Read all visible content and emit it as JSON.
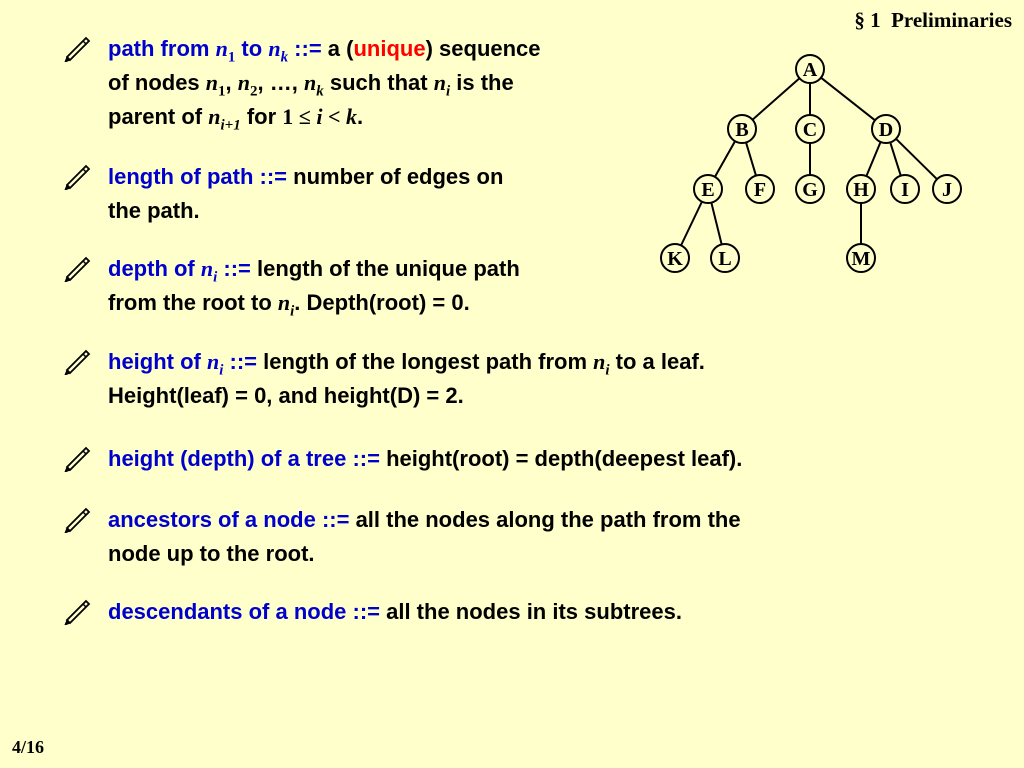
{
  "header": {
    "section_sign": "§",
    "section_num": "1",
    "title": "Preliminaries"
  },
  "page_number": "4/16",
  "colors": {
    "background": "#ffffcc",
    "term": "#0000cc",
    "highlight": "#ff0000",
    "text": "#000000"
  },
  "bullet_icon": "pencil-icon",
  "definitions": {
    "path": {
      "t1": "path from ",
      "n1": "n",
      "n1_sub": "1",
      "t2": " to ",
      "nk": "n",
      "nk_sub": "k",
      "assign": " ::= ",
      "t3": "a (",
      "unique": "unique",
      "t4": ") sequence",
      "t5": "of nodes ",
      "a": "n",
      "a_sub": "1",
      "c1": ", ",
      "b": "n",
      "b_sub": "2",
      "c2": ", …, ",
      "c": "n",
      "c_sub": "k",
      "t6": "  such that ",
      "d": "n",
      "d_sub": "i",
      "t7": " is the",
      "t8": "parent of ",
      "e": "n",
      "e_sub": "i+1",
      "t9": " for ",
      "cond1": "1 ≤ ",
      "cond_i": "i",
      "cond2": " < ",
      "cond_k": "k",
      "period": "."
    },
    "length": {
      "term": "length of path ::= ",
      "t1": "number of edges on",
      "t2": "the path."
    },
    "depth": {
      "term1": "depth of ",
      "n": "n",
      "n_sub": "i",
      "term2": " ::= ",
      "t1": "length of the unique path",
      "t2": "from the root to ",
      "n2": "n",
      "n2_sub": "i",
      "t3": ".   Depth(root) = 0."
    },
    "height": {
      "term1": "height of ",
      "n": "n",
      "n_sub": "i",
      "term2": " ::= ",
      "t1": "length of the longest path from ",
      "n2": "n",
      "n2_sub": "i",
      "t2": " to a leaf.",
      "t3": "Height(leaf) = 0, and height(D) = 2."
    },
    "tree_height": {
      "term": "height (depth) of a tree ::= ",
      "t1": "height(root) = depth(deepest leaf)."
    },
    "ancestors": {
      "term": "ancestors of a node ::= ",
      "t1": "all the nodes along the path from the",
      "t2": "node up to the root."
    },
    "descendants": {
      "term": "descendants of a node ::= ",
      "t1": "all the nodes in its subtrees."
    }
  },
  "tree": {
    "nodes": [
      "A",
      "B",
      "C",
      "D",
      "E",
      "F",
      "G",
      "H",
      "I",
      "J",
      "K",
      "L",
      "M"
    ],
    "edges": [
      [
        "A",
        "B"
      ],
      [
        "A",
        "C"
      ],
      [
        "A",
        "D"
      ],
      [
        "B",
        "E"
      ],
      [
        "B",
        "F"
      ],
      [
        "C",
        "G"
      ],
      [
        "D",
        "H"
      ],
      [
        "D",
        "I"
      ],
      [
        "D",
        "J"
      ],
      [
        "E",
        "K"
      ],
      [
        "E",
        "L"
      ],
      [
        "H",
        "M"
      ]
    ]
  }
}
